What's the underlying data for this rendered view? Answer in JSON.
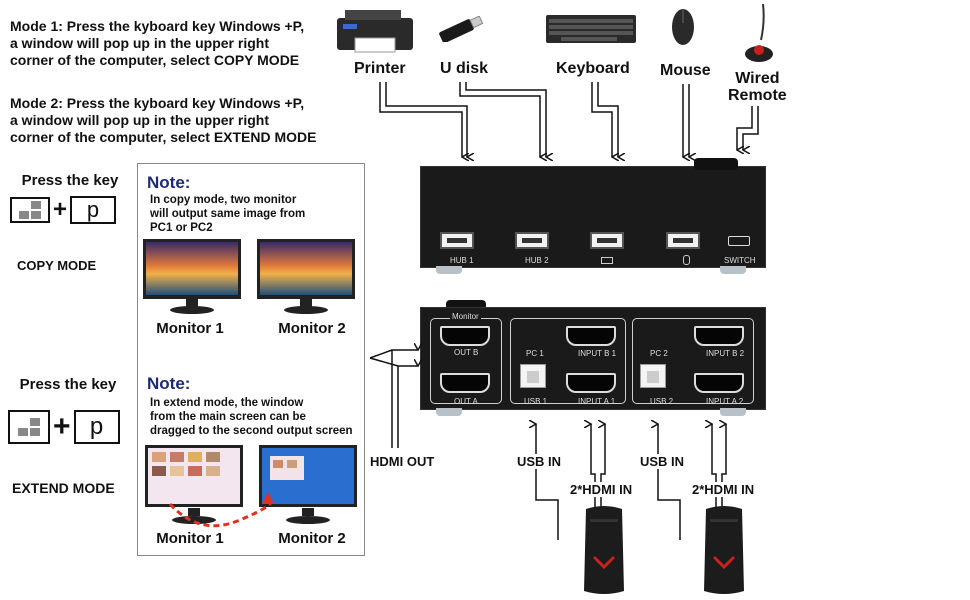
{
  "mode1_text": [
    "Mode 1: Press the kyboard key  Windows +P,",
    "a window will pop up in the upper right",
    "corner of the computer, select COPY MODE"
  ],
  "mode2_text": [
    "Mode 2: Press the kyboard key  Windows +P,",
    "a window will pop up in the upper right",
    "corner of the computer, select EXTEND MODE"
  ],
  "press_key_label": "Press the key",
  "key_p": "p",
  "plus": "+",
  "copy_mode_label": "COPY MODE",
  "extend_mode_label": "EXTEND MODE",
  "note_copy": {
    "title": "Note:",
    "text": [
      "In copy mode, two monitor",
      "will output same image from",
      "PC1 or PC2"
    ],
    "monitor1": "Monitor 1",
    "monitor2": "Monitor 2"
  },
  "note_extend": {
    "title": "Note:",
    "text": [
      "In extend mode, the window",
      "from the main screen can be",
      "dragged to the second output screen"
    ],
    "monitor1": "Monitor 1",
    "monitor2": "Monitor 2"
  },
  "devices": {
    "printer": "Printer",
    "udisk": "U disk",
    "keyboard": "Keyboard",
    "mouse": "Mouse",
    "wired_remote": [
      "Wired",
      "Remote"
    ]
  },
  "kvm_top_ports": [
    "HUB 1",
    "HUB 2",
    "SWITCH"
  ],
  "kvm_bottom_ports": {
    "monitor": "Monitor",
    "out_b": "OUT B",
    "out_a": "OUT A",
    "pc1": "PC 1",
    "pc2": "PC 2",
    "usb1": "USB 1",
    "usb2": "USB 2",
    "input_a1": "INPUT A 1",
    "input_b1": "INPUT B 1",
    "input_a2": "INPUT A 2",
    "input_b2": "INPUT B 2"
  },
  "hdmi_out_label": "HDMI OUT",
  "usb_in_label": "USB IN",
  "hdmi_in_label": "2*HDMI IN",
  "colors": {
    "note_title": "#1d2a7a",
    "device_body": "#1a1a1a",
    "arrow_line": "#111111",
    "drag_arrow": "#e0301e",
    "pc_accent": "#c8201c"
  }
}
